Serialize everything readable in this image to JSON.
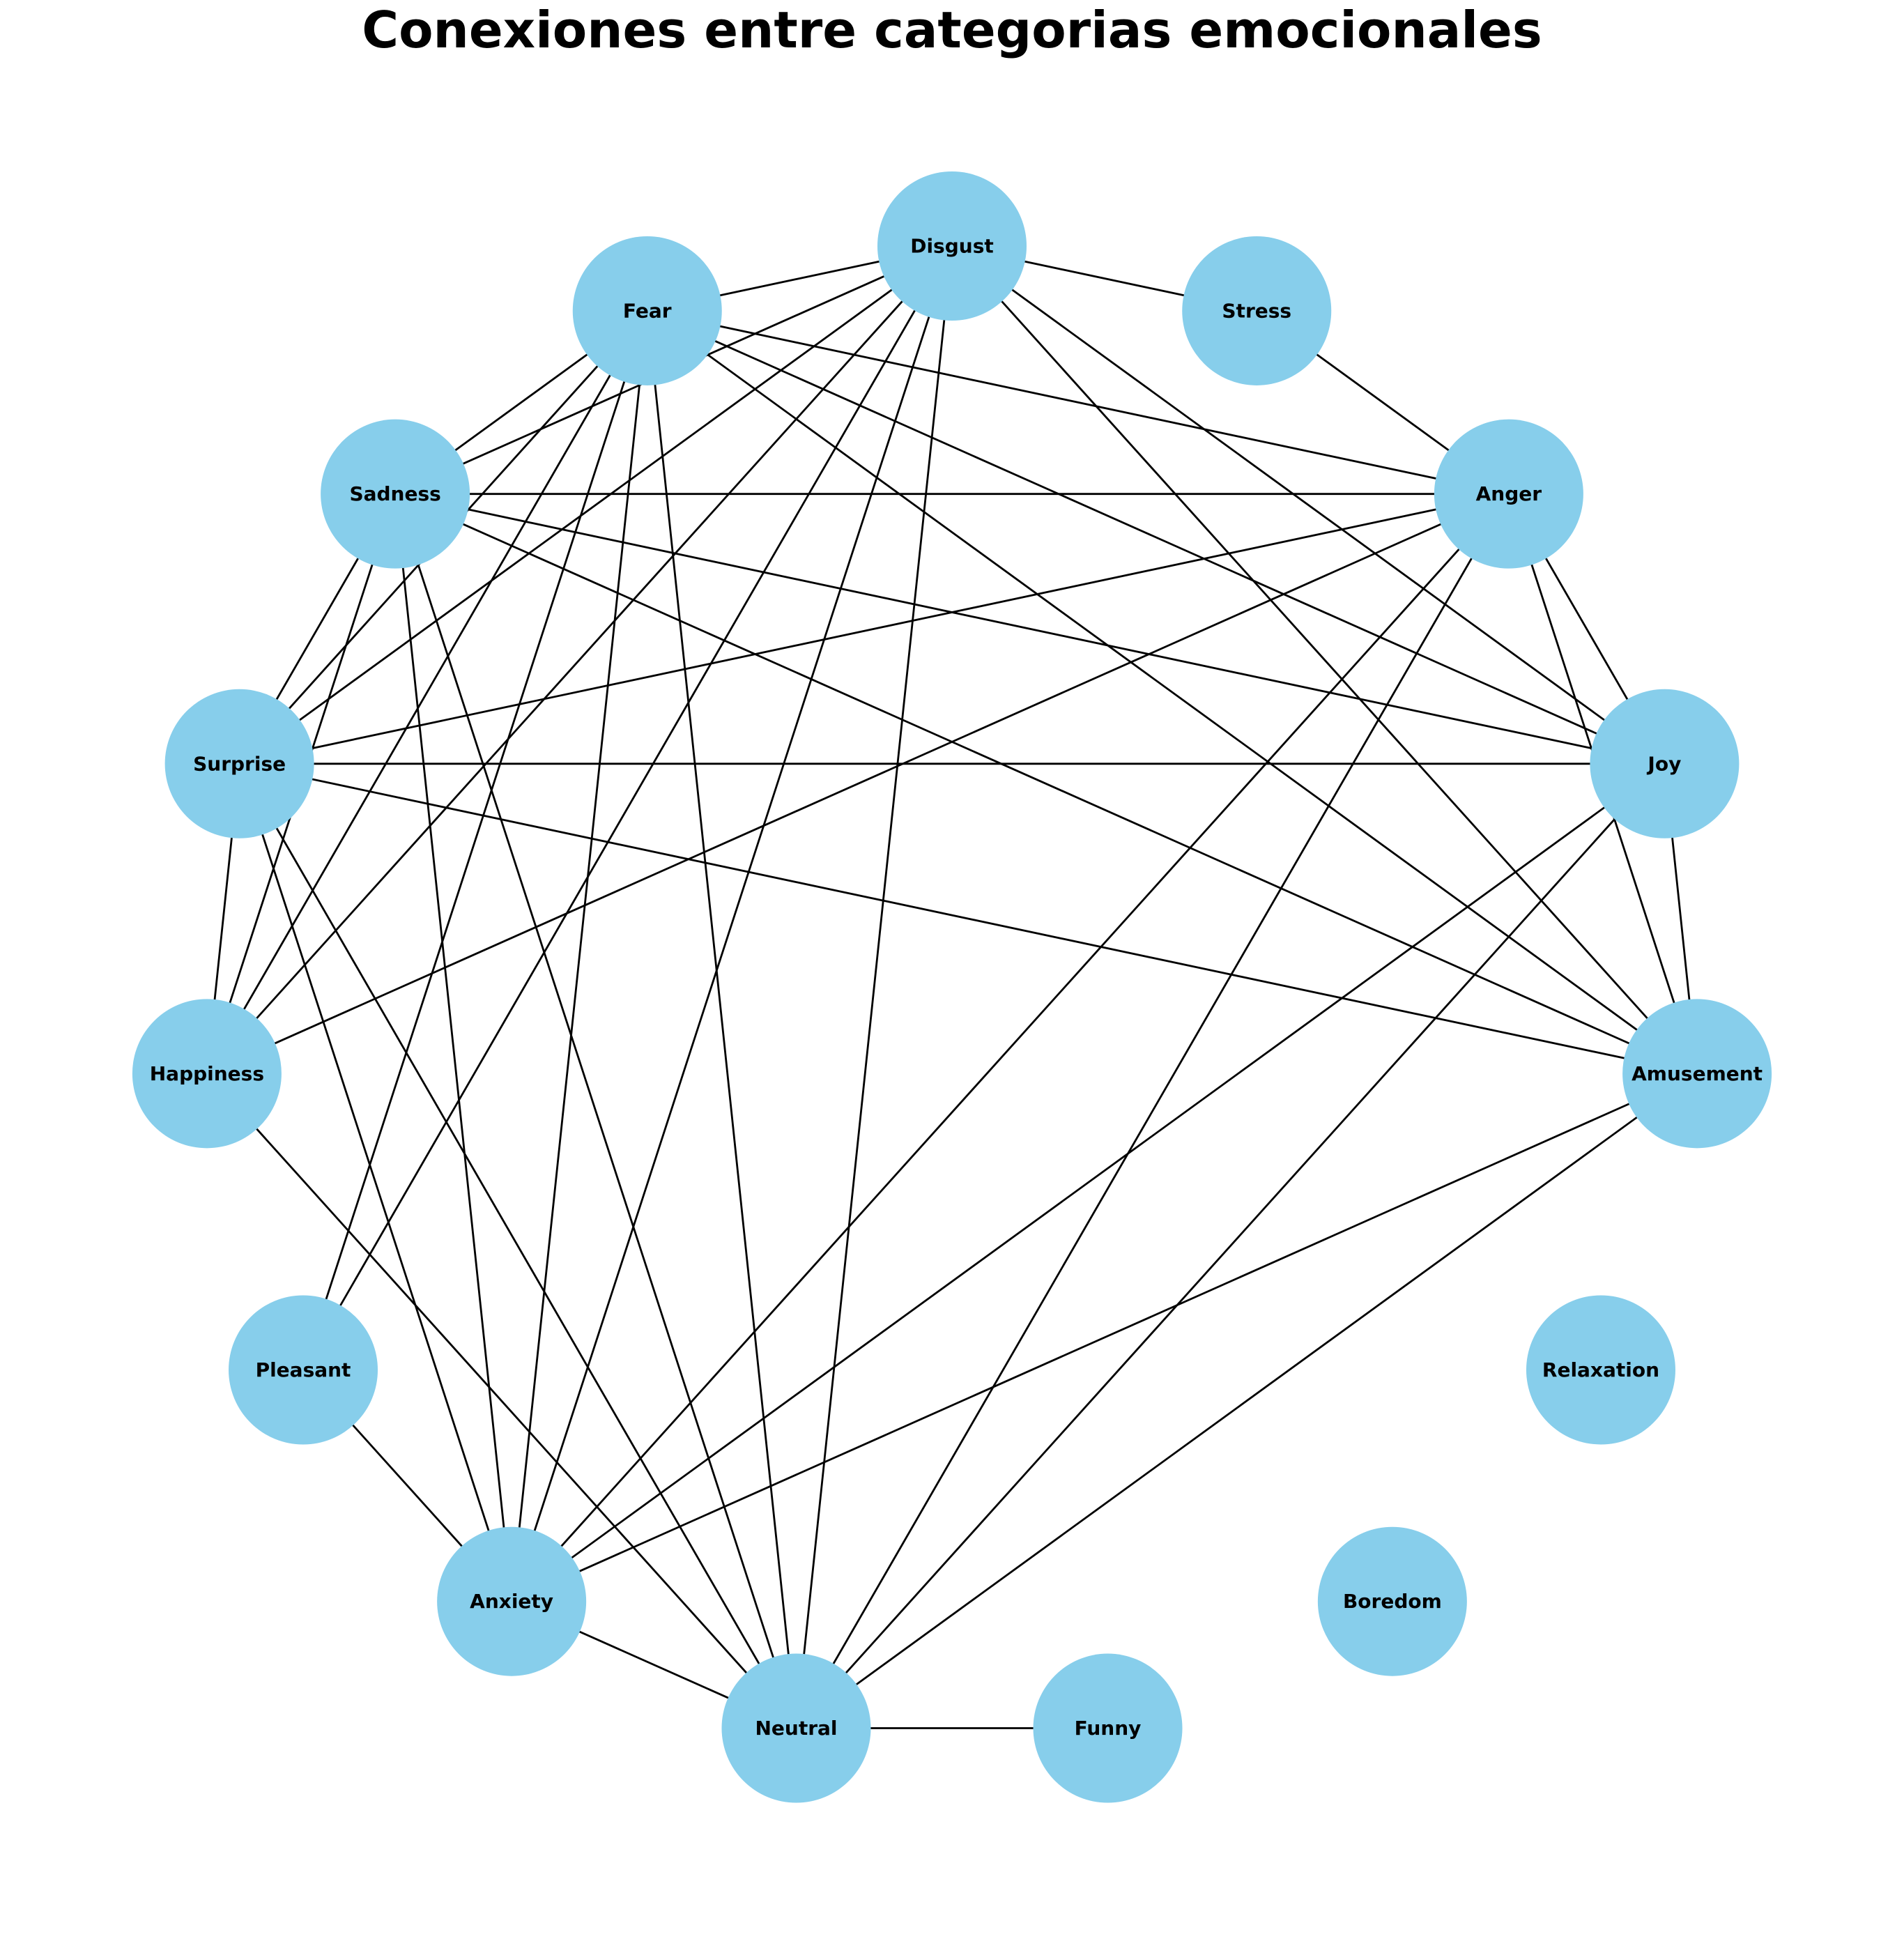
{
  "title": "Conexiones entre categorias emocionales",
  "colors": {
    "node": "#87CEEB",
    "edge": "#000000",
    "label": "#000000"
  },
  "nodes": [
    {
      "id": "Sadness",
      "label": "Sadness"
    },
    {
      "id": "Fear",
      "label": "Fear"
    },
    {
      "id": "Disgust",
      "label": "Disgust"
    },
    {
      "id": "Stress",
      "label": "Stress"
    },
    {
      "id": "Anger",
      "label": "Anger"
    },
    {
      "id": "Joy",
      "label": "Joy"
    },
    {
      "id": "Amusement",
      "label": "Amusement"
    },
    {
      "id": "Relaxation",
      "label": "Relaxation"
    },
    {
      "id": "Boredom",
      "label": "Boredom"
    },
    {
      "id": "Funny",
      "label": "Funny"
    },
    {
      "id": "Neutral",
      "label": "Neutral"
    },
    {
      "id": "Anxiety",
      "label": "Anxiety"
    },
    {
      "id": "Pleasant",
      "label": "Pleasant"
    },
    {
      "id": "Happiness",
      "label": "Happiness"
    },
    {
      "id": "Surprise",
      "label": "Surprise"
    }
  ],
  "edges": [
    [
      "Sadness",
      "Fear"
    ],
    [
      "Sadness",
      "Disgust"
    ],
    [
      "Sadness",
      "Anger"
    ],
    [
      "Sadness",
      "Joy"
    ],
    [
      "Sadness",
      "Amusement"
    ],
    [
      "Sadness",
      "Neutral"
    ],
    [
      "Sadness",
      "Anxiety"
    ],
    [
      "Sadness",
      "Happiness"
    ],
    [
      "Sadness",
      "Surprise"
    ],
    [
      "Fear",
      "Disgust"
    ],
    [
      "Fear",
      "Anger"
    ],
    [
      "Fear",
      "Joy"
    ],
    [
      "Fear",
      "Amusement"
    ],
    [
      "Fear",
      "Neutral"
    ],
    [
      "Fear",
      "Anxiety"
    ],
    [
      "Fear",
      "Pleasant"
    ],
    [
      "Fear",
      "Happiness"
    ],
    [
      "Fear",
      "Surprise"
    ],
    [
      "Disgust",
      "Stress"
    ],
    [
      "Disgust",
      "Joy"
    ],
    [
      "Disgust",
      "Amusement"
    ],
    [
      "Disgust",
      "Neutral"
    ],
    [
      "Disgust",
      "Anxiety"
    ],
    [
      "Disgust",
      "Pleasant"
    ],
    [
      "Disgust",
      "Happiness"
    ],
    [
      "Disgust",
      "Surprise"
    ],
    [
      "Stress",
      "Anger"
    ],
    [
      "Anger",
      "Joy"
    ],
    [
      "Anger",
      "Amusement"
    ],
    [
      "Anger",
      "Neutral"
    ],
    [
      "Anger",
      "Anxiety"
    ],
    [
      "Anger",
      "Happiness"
    ],
    [
      "Anger",
      "Surprise"
    ],
    [
      "Joy",
      "Amusement"
    ],
    [
      "Joy",
      "Neutral"
    ],
    [
      "Joy",
      "Anxiety"
    ],
    [
      "Joy",
      "Surprise"
    ],
    [
      "Amusement",
      "Neutral"
    ],
    [
      "Amusement",
      "Anxiety"
    ],
    [
      "Amusement",
      "Surprise"
    ],
    [
      "Funny",
      "Neutral"
    ],
    [
      "Neutral",
      "Anxiety"
    ],
    [
      "Neutral",
      "Happiness"
    ],
    [
      "Neutral",
      "Surprise"
    ],
    [
      "Anxiety",
      "Pleasant"
    ],
    [
      "Anxiety",
      "Surprise"
    ],
    [
      "Happiness",
      "Surprise"
    ]
  ]
}
